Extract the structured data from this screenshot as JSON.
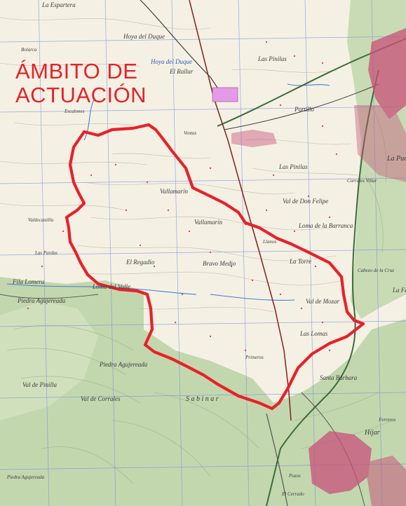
{
  "title": {
    "line1": "ÁMBITO DE",
    "line2": "ACTUACIÓN"
  },
  "colors": {
    "boundary": "#e8212a",
    "grid": "#7d8fd8",
    "terrain_green": "#b9d3a4",
    "urban": "#c8507a",
    "river": "#3b6fd0",
    "railway": "#8a2a2a",
    "road": "#3d6b3c"
  },
  "place_names": {
    "la_espartera": "La Espartera",
    "hoya_del_duque": "Hoya del Duque",
    "hoya_del_duque_blue": "Hoya del Duque",
    "el_rallar": "El Rallar",
    "las_pinilas": "Las Pinilas",
    "bolarca": "Bolarca",
    "escalones": "Escalones",
    "portillo": "Portillo",
    "el_coquin": "Ventas",
    "la_puebla": "La Pue",
    "val_de_don_felipe": "Val de Don Felipe",
    "las_pinilas_2": "Las Pinilas",
    "corrales_villar": "Corrales Villar",
    "vallamarin_1": "Vallamarín",
    "vallamarin_2": "Vallamarín",
    "loma_de_la_barranca": "Loma de la Barranca",
    "valdecastilla": "Valdecastilla",
    "las_pardas": "Las Pardas",
    "el_regadio": "El Regadío",
    "bravo_medio": "Bravo Medio",
    "la_torre": "La Torre",
    "llanos": "Llanos",
    "fila_lomera": "Fila Lomera",
    "loma_del_valle": "Loma del Valle",
    "cabezo_de_la_cruz": "Cabezo de la Cruz",
    "cabezo_la_fe": "La Fe",
    "val_de_mozar": "Val de Mozar",
    "piedra_agujereada_1": "Piedra Agujereada",
    "las_lomas": "Las Lomas",
    "piedra_agujereada_2": "Piedra Agujereada",
    "primeros": "Primeros",
    "santa_barbara": "Santa Bárbara",
    "val_de_pinilla": "Val de Pinilla",
    "val_de_corrales": "Val de Corrales",
    "sabinar": "S a b i n a r",
    "hijar": "Híjar",
    "piedra_agujereada_3": "Piedra Agujereada",
    "pozos": "Pozos",
    "el_cerrado": "El Cerrado",
    "ferreros": "Ferreros"
  }
}
